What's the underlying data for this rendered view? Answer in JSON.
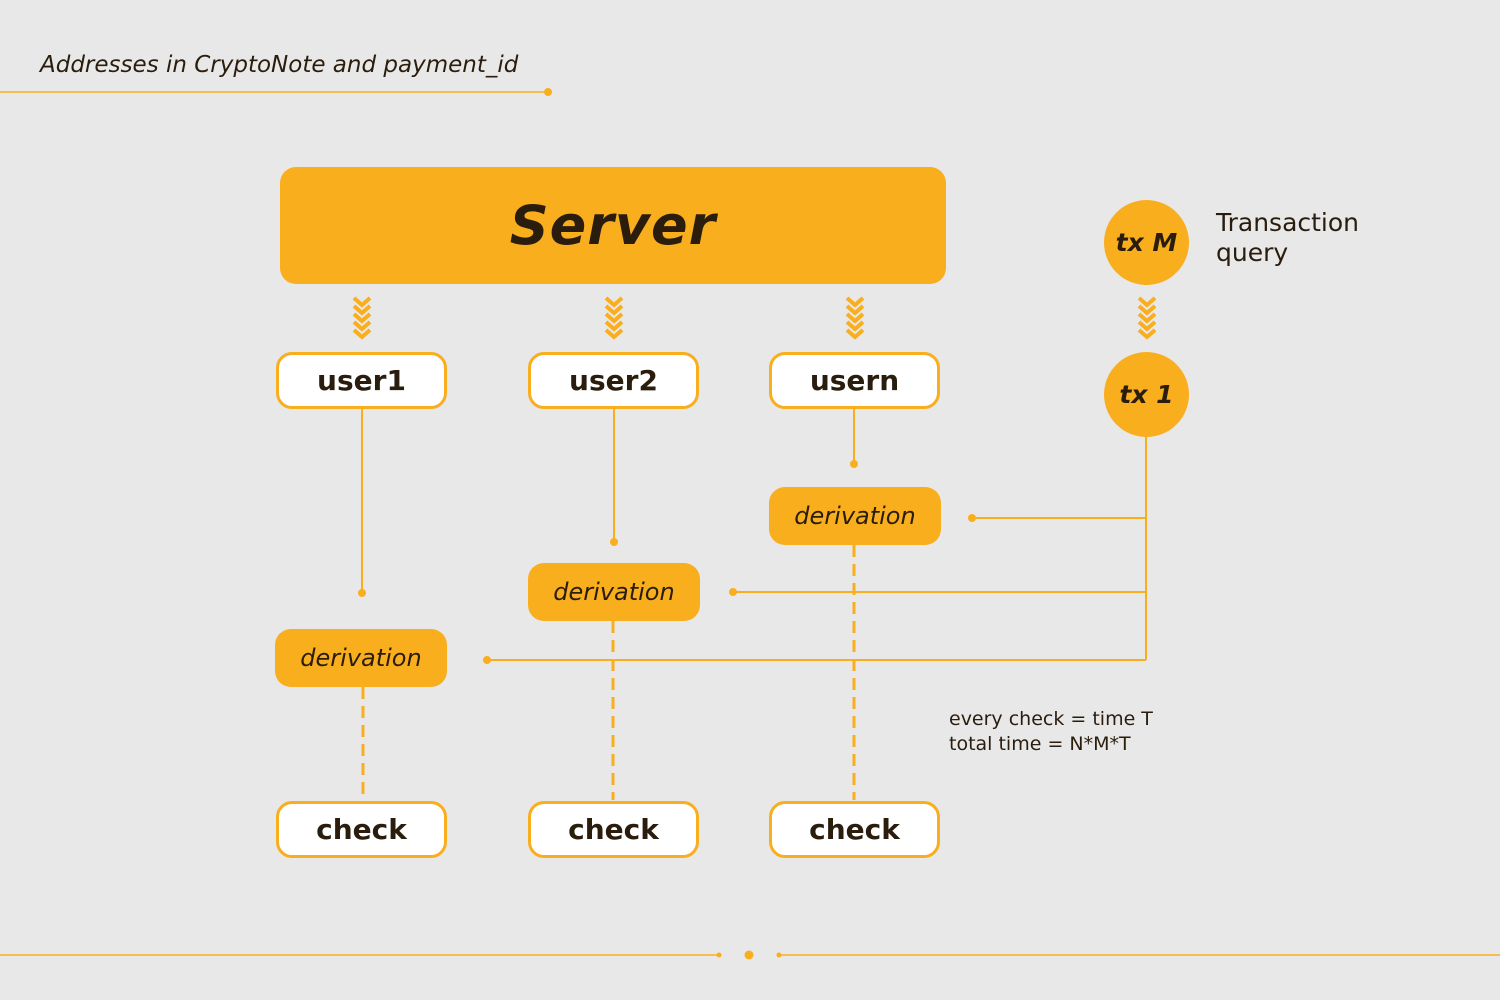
{
  "header": {
    "title": "Addresses in CryptoNote and payment_id"
  },
  "server": {
    "label": "Server"
  },
  "users": [
    "user1",
    "user2",
    "usern"
  ],
  "derivation_label": "derivation",
  "check_label": "check",
  "transactions": {
    "top": "tx M",
    "bottom": "tx 1"
  },
  "transaction_query": {
    "line1": "Transaction",
    "line2": "query"
  },
  "note": {
    "line1": "every check = time T",
    "line2": "total time = N*M*T"
  },
  "colors": {
    "accent": "#f9ae1e",
    "text": "#2a1d0d",
    "background": "#e8e8e8"
  }
}
